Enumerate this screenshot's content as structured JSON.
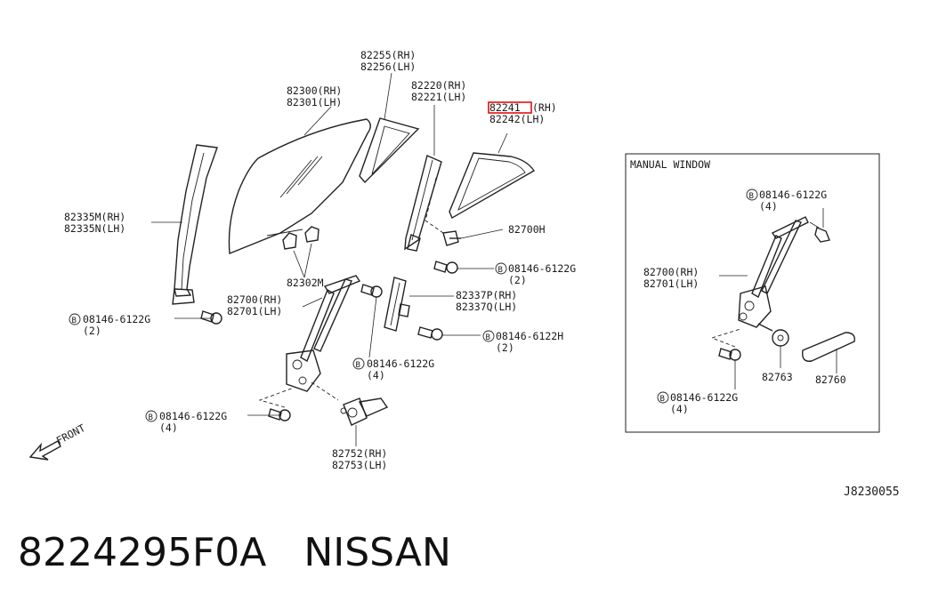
{
  "diagram": {
    "labels": {
      "glass_front_top": "82255(RH)",
      "glass_front_bot": "82256(LH)",
      "glass_main_top": "82300(RH)",
      "glass_main_bot": "82301(LH)",
      "sash_top": "82220(RH)",
      "sash_bot": "82221(LH)",
      "quarter_top": "82241",
      "quarter_top_suffix": "(RH)",
      "quarter_bot": "82242(LH)",
      "weather_top": "82335M(RH)",
      "weather_bot": "82335N(LH)",
      "bolt_82700h": "82700H",
      "bolt_a_top": "08146-6122G",
      "bolt_a_bot": "(2)",
      "holder": "82302M",
      "reg_top": "82700(RH)",
      "reg_bot": "82701(LH)",
      "guide_top": "82337P(RH)",
      "guide_bot": "82337Q(LH)",
      "bolt_b_top": "08146-6122G",
      "bolt_b_bot": "(2)",
      "bolt_h_top": "08146-6122H",
      "bolt_h_bot": "(2)",
      "bolt_c_top": "08146-6122G",
      "bolt_c_bot": "(4)",
      "bolt_d_top": "08146-6122G",
      "bolt_d_bot": "(4)",
      "motor_top": "82752(RH)",
      "motor_bot": "82753(LH)",
      "front": "FRONT",
      "ref_code": "J8230055",
      "b_symbol": "B"
    },
    "manual_window": {
      "title": "MANUAL WINDOW",
      "bolt_top_a": "08146-6122G",
      "bolt_top_b": "(4)",
      "reg_top": "82700(RH)",
      "reg_bot": "82701(LH)",
      "washer": "82763",
      "handle": "82760",
      "bolt_bot_a": "08146-6122G",
      "bolt_bot_b": "(4)"
    },
    "highlight_color": "#e01010"
  },
  "caption": {
    "part_number": "8224295F0A",
    "brand": "NISSAN"
  }
}
